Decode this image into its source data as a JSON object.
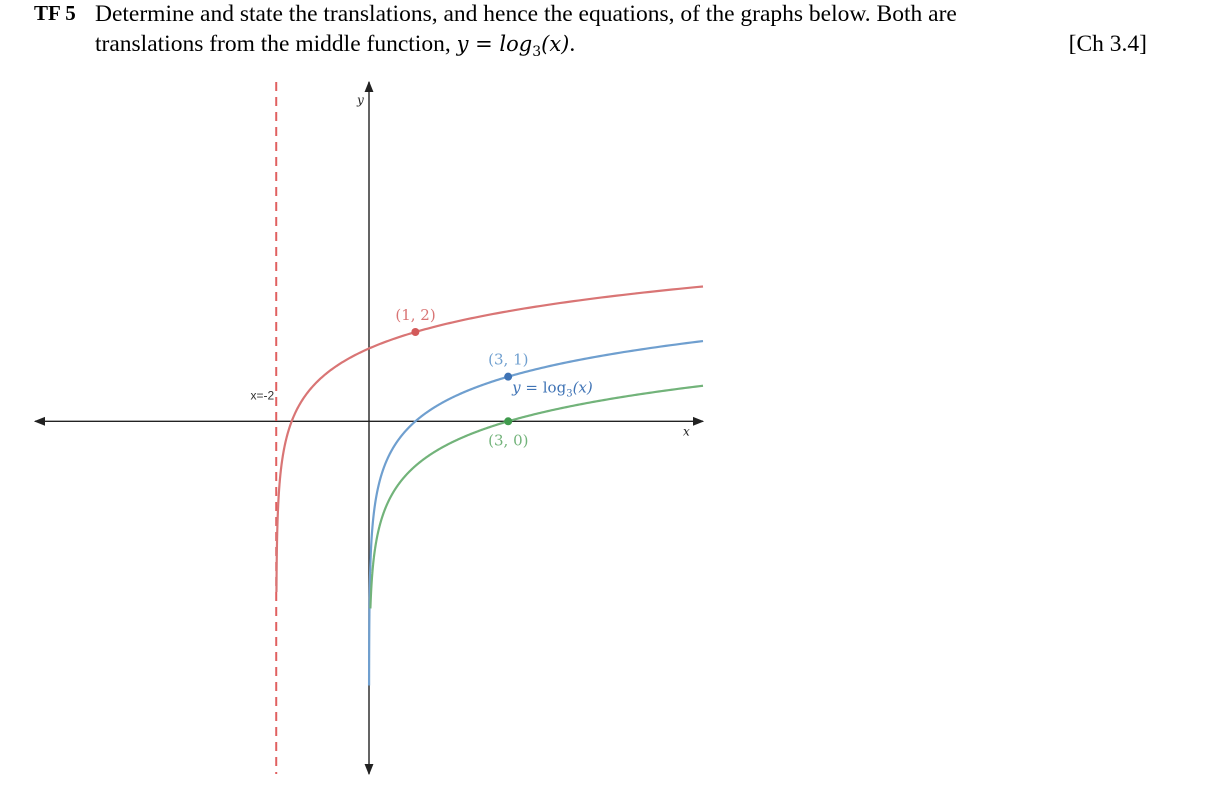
{
  "question": {
    "label": "TF 5",
    "line1": "Determine and state the translations, and hence the equations, of the graphs below. Both are",
    "line2": "translations from the middle function,",
    "math": {
      "lhs": "y",
      "eq": " = ",
      "fn": "log",
      "base": "3",
      "arg": "(x)"
    },
    "period": ".",
    "reference": "[Ch 3.4]"
  },
  "chart_data": {
    "type": "line",
    "title": "",
    "xlabel": "x",
    "ylabel": "y",
    "xlim": [
      -7.2,
      7.2
    ],
    "ylim": [
      -7.9,
      7.6
    ],
    "grid": false,
    "series": [
      {
        "key": "red",
        "formula": "log3(x+2)+1",
        "shift_x": -2,
        "shift_y": 1,
        "asymptote_x": -2,
        "x_start": -1.995,
        "x_end": 7.2,
        "color": "#d97575"
      },
      {
        "name": "y = log3(x)",
        "key": "blue",
        "formula": "log3(x)",
        "shift_x": 0,
        "shift_y": 0,
        "asymptote_x": 0,
        "x_start": 0.0015,
        "x_end": 7.2,
        "color": "#6f9fcf"
      },
      {
        "key": "green",
        "formula": "log3(x)-1",
        "shift_x": 0,
        "shift_y": -1,
        "asymptote_x": 0,
        "x_start": 0.03,
        "x_end": 7.2,
        "color": "#72b37a"
      }
    ],
    "points": [
      {
        "series": "red",
        "x": 1,
        "y": 2,
        "label": "(1, 2)",
        "color": "#d35a5a"
      },
      {
        "series": "blue",
        "x": 3,
        "y": 1,
        "label": "(3, 1)",
        "color": "#3f73b5"
      },
      {
        "series": "green",
        "x": 3,
        "y": 0,
        "label": "(3, 0)",
        "color": "#3f9a4c"
      }
    ],
    "curve_label": {
      "series": "blue",
      "lhs": "y",
      "eq": " = ",
      "fn": "log",
      "base": "3",
      "arg": "(x)",
      "color": "#3f73b5"
    },
    "asymptote": {
      "x": -2,
      "label": "x=-2",
      "color": "#e06060",
      "dashed": true
    }
  }
}
